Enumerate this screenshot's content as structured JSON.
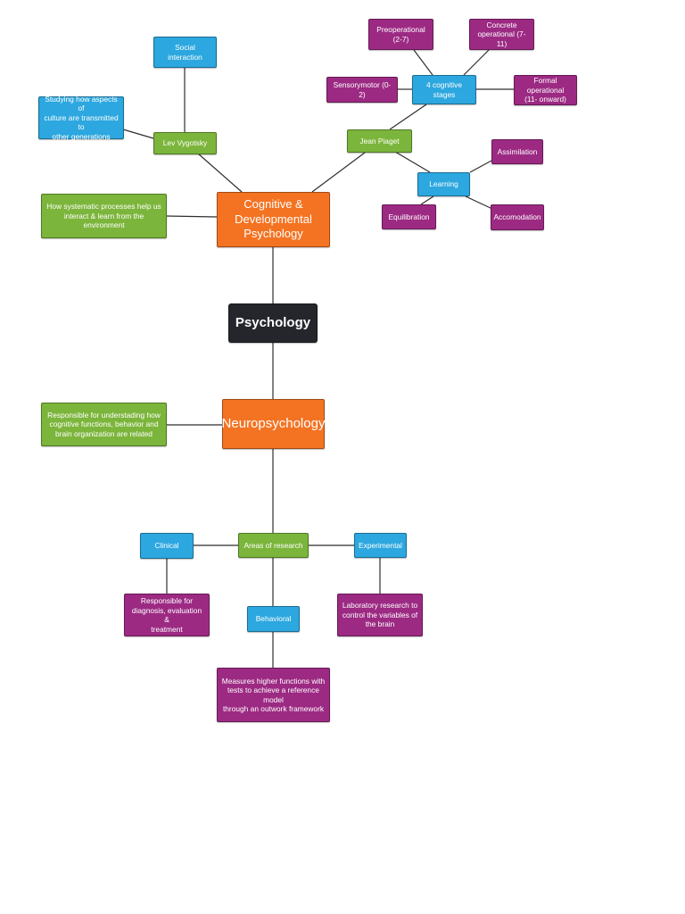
{
  "diagram": {
    "root": {
      "label": "Psychology",
      "color": "#24262b"
    },
    "cognitive": {
      "label": "Cognitive &\nDevelopmental\nPsychology",
      "color": "#f47322",
      "description": "How systematic processes help us\ninteract & learn from the\nenvironment",
      "vygotsky": {
        "label": "Lev Vygotsky",
        "social_interaction": "Social interaction",
        "culture": "Studying how aspects of\nculture are transmitted to\nother generations"
      },
      "piaget": {
        "label": "Jean Piaget",
        "stages": {
          "label": "4 cognitive\nstages",
          "preoperational": "Preoperational\n(2-7)",
          "concrete": "Concrete\noperational (7-11)",
          "sensorymotor": "Sensorymotor (0-2)",
          "formal": "Formal operational\n(11- onward)"
        },
        "learning": {
          "label": "Learning",
          "assimilation": "Assimilation",
          "equilibration": "Equilibration",
          "accomodation": "Accomodation"
        }
      }
    },
    "neuro": {
      "label": "Neuropsychology",
      "color": "#f47322",
      "description": "Responsible for understading how\ncognitive functions, behavior and\nbrain organization are related",
      "areas": {
        "label": "Areas of research",
        "clinical": {
          "label": "Clinical",
          "detail": "Responsible for\ndiagnosis, evaluation &\ntreatment"
        },
        "experimental": {
          "label": "Experimental",
          "detail": "Laboratory research to\ncontrol the variables of\nthe brain"
        },
        "behavioral": {
          "label": "Behavioral",
          "detail": "Measures higher functions with\ntests to achieve a reference model\nthrough an outwork framework"
        }
      }
    },
    "colors": {
      "blue": "#2ca7df",
      "green": "#7cb53b",
      "purple": "#9c2a83",
      "orange": "#f47322",
      "dark": "#24262b"
    }
  }
}
